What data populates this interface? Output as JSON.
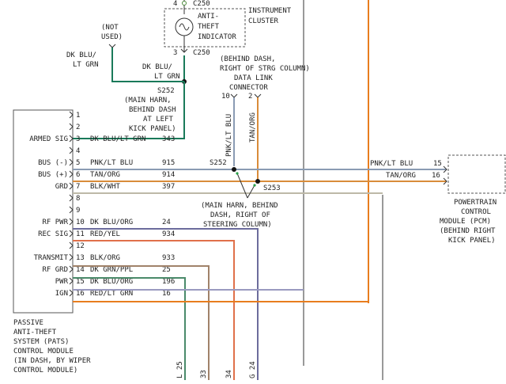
{
  "colors": {
    "dk_blu_lt_grn": "#1a7a5a",
    "orange": "#e87d1e",
    "pnk_lt_blu": "#8a9bb3",
    "tan_org": "#d98c3a",
    "blk_wht": "#bdb9a8",
    "dk_blu_org": "#6c6c9c",
    "red": "#e0704a",
    "gray": "#888888"
  },
  "instrument_cluster": {
    "connector_top_pin": "4",
    "connector_top": "C250",
    "connector_bottom_pin": "3",
    "connector_bottom": "C250",
    "indicator_l1": "ANTI-",
    "indicator_l2": "THEFT",
    "indicator_l3": "INDICATOR",
    "name_l1": "INSTRUMENT",
    "name_l2": "CLUSTER"
  },
  "not_used": {
    "l1": "(NOT",
    "l2": "USED)"
  },
  "wire_label_left": {
    "l1": "DK BLU/",
    "l2": "LT GRN"
  },
  "wire_label_cluster": {
    "l1": "DK BLU/",
    "l2": "LT GRN"
  },
  "splice_s252_top": {
    "name": "S252",
    "l1": "(MAIN HARN,",
    "l2": "BEHIND DASH",
    "l3": "AT LEFT",
    "l4": "KICK PANEL)"
  },
  "dlc": {
    "l1": "(BEHIND DASH,",
    "l2": "RIGHT OF STRG COLUMN)",
    "l3": "DATA LINK",
    "l4": "CONNECTOR",
    "pin_a": "10",
    "pin_b": "2",
    "wire_a": "PNK/LT BLU",
    "wire_b": "TAN/ORG"
  },
  "splices": {
    "s252": "S252",
    "s253": "S253",
    "note_l1": "(MAIN HARN, BEHIND",
    "note_l2": "DASH, RIGHT OF",
    "note_l3": "STEERING COLUMN)"
  },
  "pcm": {
    "wire_a": "PNK/LT BLU",
    "pin_a": "15",
    "wire_b": "TAN/ORG",
    "pin_b": "16",
    "l1": "POWERTRAIN",
    "l2": "CONTROL",
    "l3": "MODULE (PCM)",
    "l4": "(BEHIND RIGHT",
    "l5": "KICK PANEL)"
  },
  "module": {
    "l1": "PASSIVE",
    "l2": "ANTI-THEFT",
    "l3": "SYSTEM (PATS)",
    "l4": "CONTROL MODULE",
    "l5": "(IN DASH, BY WIPER",
    "l6": "CONTROL MODULE)"
  },
  "pins": [
    {
      "pin": "1",
      "func": "",
      "wire": "",
      "circuit": ""
    },
    {
      "pin": "2",
      "func": "",
      "wire": "",
      "circuit": ""
    },
    {
      "pin": "3",
      "func": "ARMED SIG",
      "wire": "DK BLU/LT GRN",
      "circuit": "343"
    },
    {
      "pin": "4",
      "func": "",
      "wire": "",
      "circuit": ""
    },
    {
      "pin": "5",
      "func": "BUS (-)",
      "wire": "PNK/LT BLU",
      "circuit": "915"
    },
    {
      "pin": "6",
      "func": "BUS (+)",
      "wire": "TAN/ORG",
      "circuit": "914"
    },
    {
      "pin": "7",
      "func": "GRD",
      "wire": "BLK/WHT",
      "circuit": "397"
    },
    {
      "pin": "8",
      "func": "",
      "wire": "",
      "circuit": ""
    },
    {
      "pin": "9",
      "func": "",
      "wire": "",
      "circuit": ""
    },
    {
      "pin": "10",
      "func": "RF PWR",
      "wire": "DK BLU/ORG",
      "circuit": "24"
    },
    {
      "pin": "11",
      "func": "REC SIG",
      "wire": "RED/YEL",
      "circuit": "934"
    },
    {
      "pin": "12",
      "func": "",
      "wire": "",
      "circuit": ""
    },
    {
      "pin": "13",
      "func": "TRANSMIT",
      "wire": "BLK/ORG",
      "circuit": "933"
    },
    {
      "pin": "14",
      "func": "RF GRD",
      "wire": "DK GRN/PPL",
      "circuit": "25"
    },
    {
      "pin": "15",
      "func": "PWR",
      "wire": "DK BLU/ORG",
      "circuit": "196"
    },
    {
      "pin": "16",
      "func": "IGN",
      "wire": "RED/LT GRN",
      "circuit": "16"
    }
  ],
  "bottom_cut": {
    "a": "L 25",
    "b": "33",
    "c": "34",
    "d": "G 24"
  }
}
